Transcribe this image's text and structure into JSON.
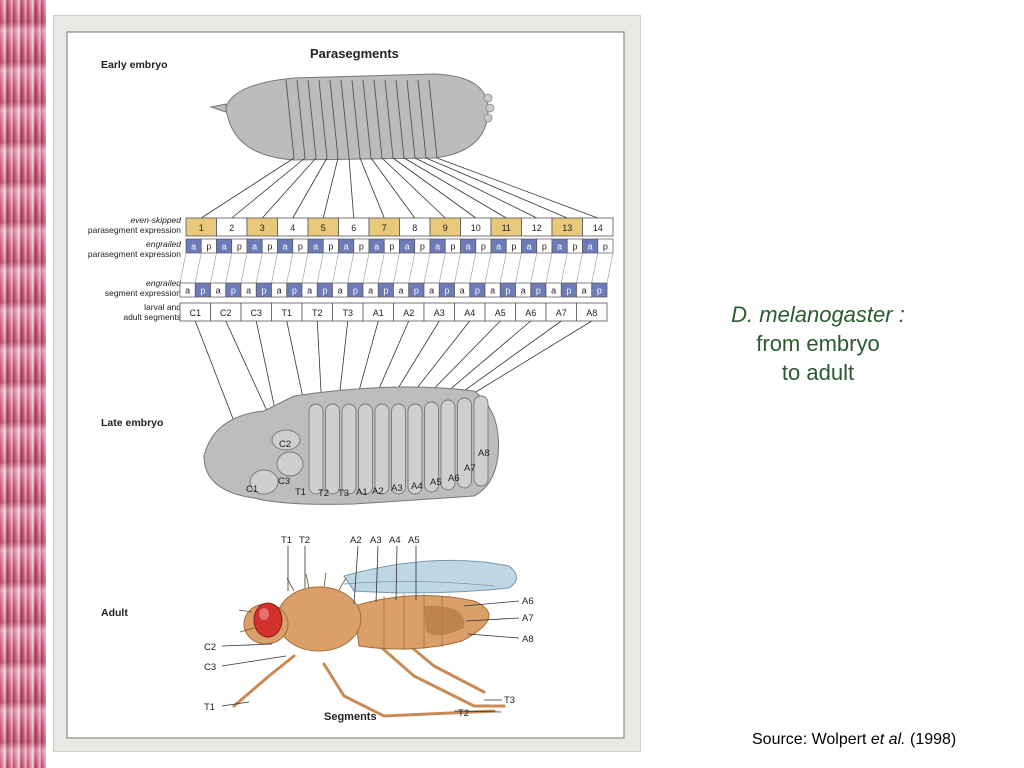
{
  "slide": {
    "title_line1": "D. melanogaster :",
    "title_line2": "from embryo",
    "title_line3": "to adult",
    "source_prefix": "Source: Wolpert ",
    "source_italic": "et al.",
    "source_suffix": " (1998)"
  },
  "figure": {
    "heading_parasegments": "Parasegments",
    "label_early_embryo": "Early embryo",
    "label_late_embryo": "Late embryo",
    "label_adult": "Adult",
    "label_segments": "Segments",
    "row_labels": {
      "eve_1": "even-skipped",
      "eve_2": "parasegment expression",
      "en_ps_1": "engrailed",
      "en_ps_2": "parasegment expression",
      "en_seg_1": "engrailed",
      "en_seg_2": "segment expression",
      "larval_1": "larval and",
      "larval_2": "adult segments"
    },
    "parasegments": [
      "1",
      "2",
      "3",
      "4",
      "5",
      "6",
      "7",
      "8",
      "9",
      "10",
      "11",
      "12",
      "13",
      "14"
    ],
    "ap_labels": [
      "a",
      "p"
    ],
    "segments": [
      "C1",
      "C2",
      "C3",
      "T1",
      "T2",
      "T3",
      "A1",
      "A2",
      "A3",
      "A4",
      "A5",
      "A6",
      "A7",
      "A8"
    ],
    "late_labels": {
      "C1": "C1",
      "C2": "C2",
      "C3": "C3",
      "T1": "T1",
      "T2": "T2",
      "T3": "T3",
      "A1": "A1",
      "A2": "A2",
      "A3": "A3",
      "A4": "A4",
      "A5": "A5",
      "A6": "A6",
      "A7": "A7",
      "A8": "A8"
    },
    "adult_labels": {
      "T1_top": "T1",
      "T2_top": "T2",
      "A2": "A2",
      "A3": "A3",
      "A4": "A4",
      "A5": "A5",
      "A6": "A6",
      "A7": "A7",
      "A8": "A8",
      "C2": "C2",
      "C3": "C3",
      "T1": "T1",
      "T2": "T2",
      "T3": "T3"
    },
    "colors": {
      "yellow": "#e8c87a",
      "blue": "#6d7bb8",
      "body": "#bdbdbd",
      "fly": "#d9a069",
      "eye": "#d33030"
    }
  }
}
